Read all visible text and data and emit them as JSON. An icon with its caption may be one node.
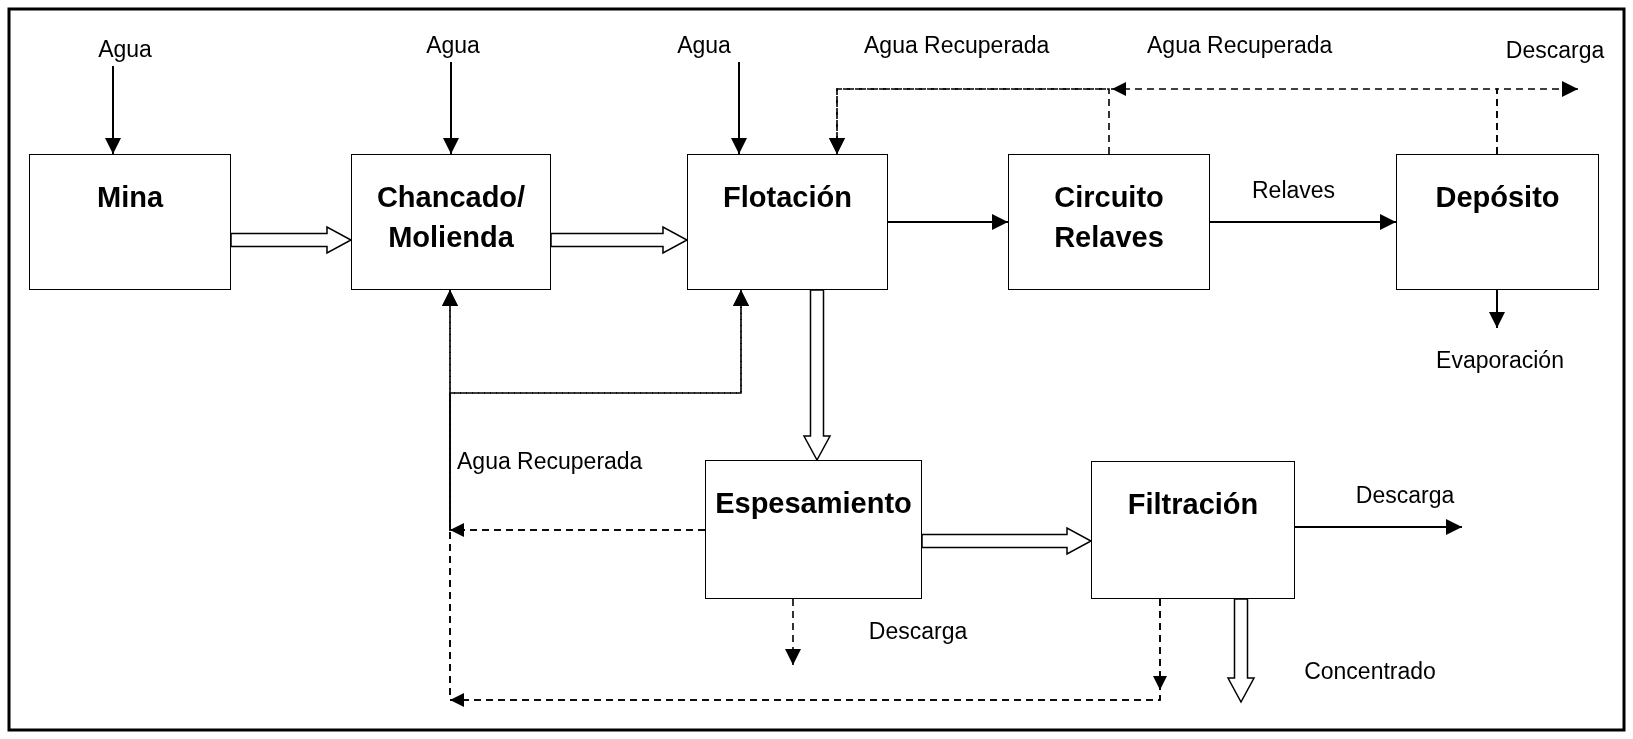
{
  "diagram": {
    "nodes": [
      {
        "text": [
          "Agua"
        ]
      },
      {
        "text": [
          "Mina"
        ]
      },
      {
        "text": [
          "Agua"
        ]
      },
      {
        "text": [
          "Chancado/ Molienda"
        ]
      },
      {
        "text": [
          "Agua"
        ]
      },
      {
        "text": [
          "Flotación"
        ]
      },
      {
        "text": [
          "Circuito Relaves"
        ]
      },
      {
        "text": [
          "Descarga"
        ]
      },
      {
        "text": [
          "Depósito"
        ]
      },
      {
        "text": [
          "Evaporación"
        ]
      },
      {
        "text": [
          "Espesamiento"
        ]
      },
      {
        "text": [
          "Filtración"
        ]
      },
      {
        "text": [
          "Descarga"
        ]
      },
      {
        "text": [
          "Descarga"
        ]
      },
      {
        "text": [
          "Concentrado"
        ]
      }
    ],
    "edges": [
      {
        "from": 0,
        "to": 1,
        "arrow": "to"
      },
      {
        "from": 2,
        "to": 3,
        "arrow": "to"
      },
      {
        "from": 4,
        "to": 5,
        "arrow": "to"
      },
      {
        "from": 1,
        "to": 3,
        "arrow": "to",
        "style": "thick"
      },
      {
        "from": 3,
        "to": 5,
        "arrow": "to",
        "style": "thick"
      },
      {
        "from": 5,
        "to": 6,
        "arrow": "to"
      },
      {
        "from": 6,
        "to": 8,
        "arrow": "to",
        "label": "Relaves"
      },
      {
        "from": 6,
        "to": 5,
        "arrow": "to",
        "style": "dashed",
        "label": "Agua Recuperada"
      },
      {
        "from": 8,
        "to": 5,
        "arrow": "to",
        "style": "dashed",
        "label": "Agua Recuperada"
      },
      {
        "from": 8,
        "to": 7,
        "arrow": "to",
        "style": "dashed"
      },
      {
        "from": 5,
        "to": 10,
        "arrow": "to",
        "style": "thick"
      },
      {
        "from": 10,
        "to": 11,
        "arrow": "to",
        "style": "thick"
      },
      {
        "from": 8,
        "to": 9,
        "arrow": "to"
      },
      {
        "from": 11,
        "to": 12,
        "arrow": "to"
      },
      {
        "from": 11,
        "to": 14,
        "arrow": "to",
        "style": "thick"
      },
      {
        "from": 10,
        "to": 13,
        "arrow": "to",
        "style": "dashed"
      },
      {
        "from": 10,
        "to": 3,
        "arrow": "to",
        "style": "dashed",
        "label": "Agua Recuperada"
      },
      {
        "from": 10,
        "to": 5,
        "arrow": "to",
        "style": "dashed"
      },
      {
        "from": 11,
        "to": 3,
        "arrow": "to",
        "style": "dashed"
      },
      {
        "from": 11,
        "to": 5,
        "arrow": "to",
        "style": "dashed"
      }
    ]
  }
}
